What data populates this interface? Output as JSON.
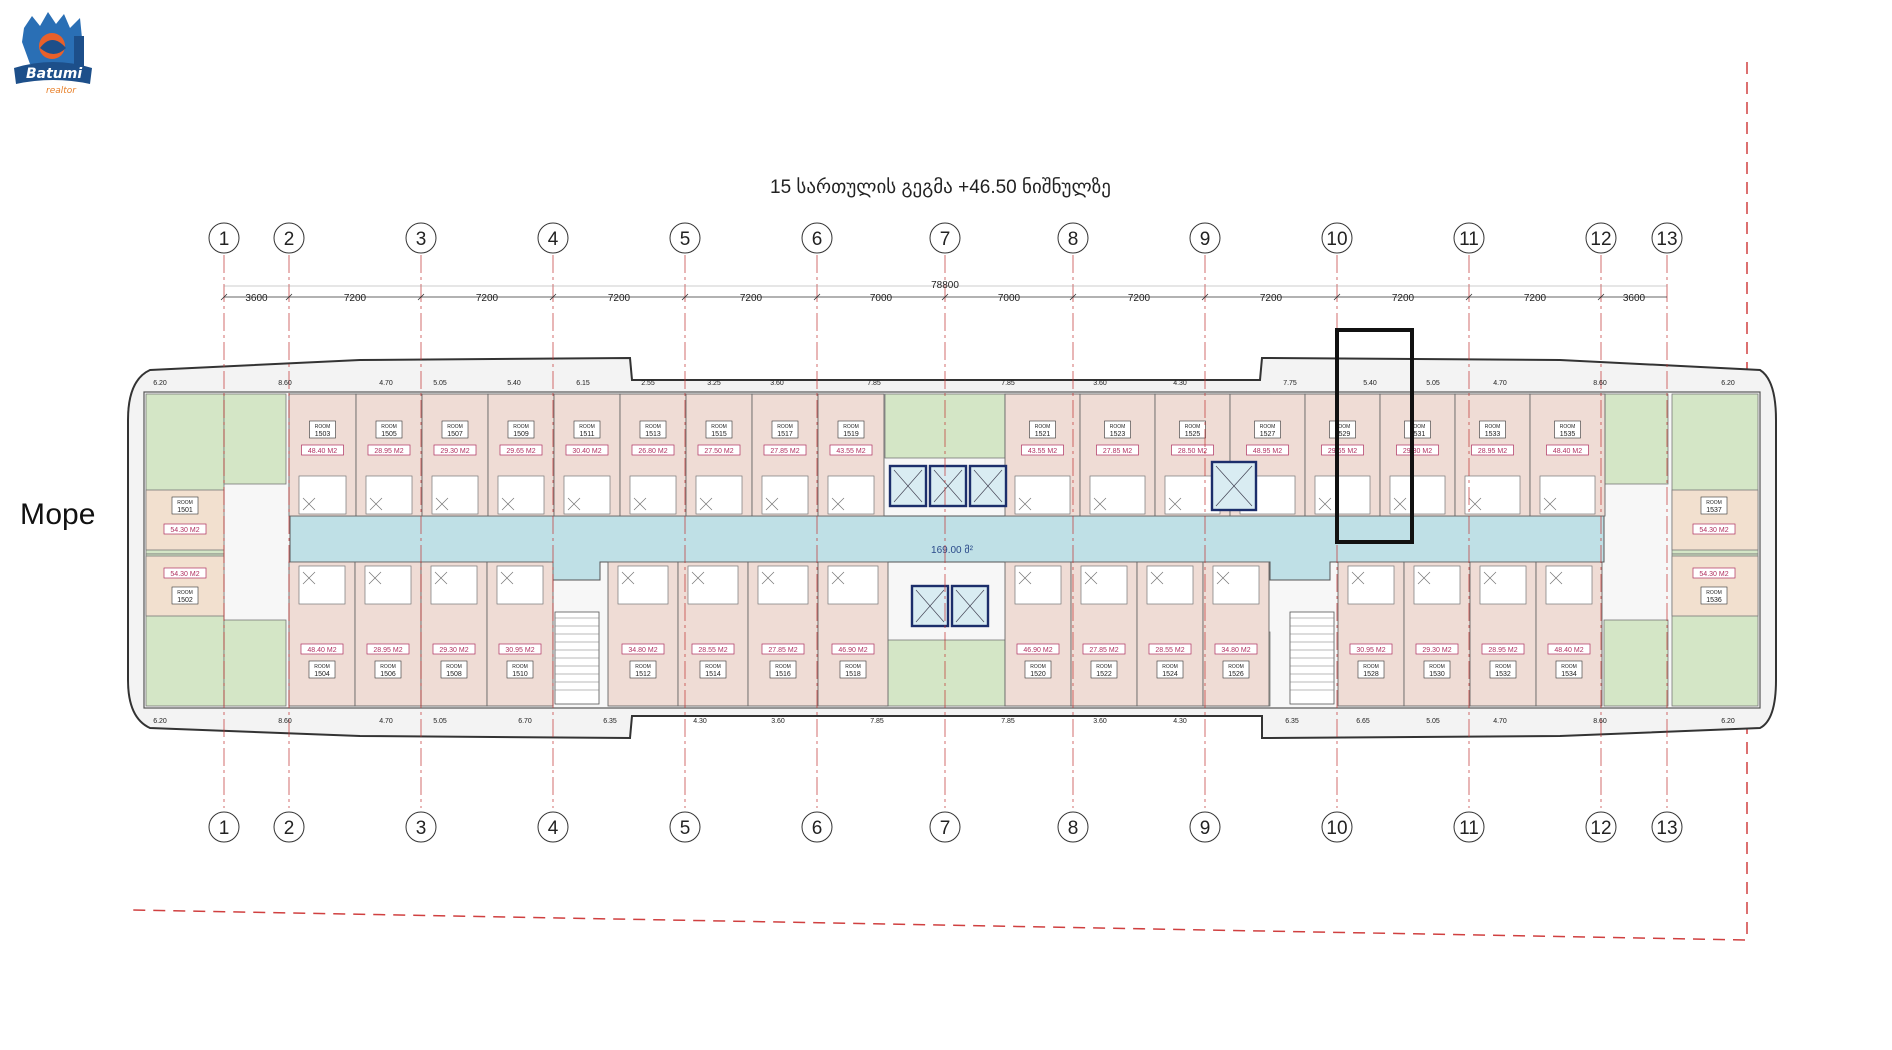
{
  "logo": {
    "line1": "Batumi",
    "line2": "realtor"
  },
  "plan_title": "15 სართულის გეგმა +46.50 ნიშნულზე",
  "sea_label": "Море",
  "axes": [
    "1",
    "2",
    "3",
    "4",
    "5",
    "6",
    "7",
    "8",
    "9",
    "10",
    "11",
    "12",
    "13"
  ],
  "overall_dimension": "78800",
  "spans": [
    "3600",
    "7200",
    "7200",
    "7200",
    "7200",
    "7000",
    "7000",
    "7200",
    "7200",
    "7200",
    "7200",
    "3600"
  ],
  "corridor_area": "169.00 მ²",
  "room_word": "ROOM",
  "top_rooms": [
    {
      "no": "1503",
      "area": "48.40 M2"
    },
    {
      "no": "1505",
      "area": "28.95 M2"
    },
    {
      "no": "1507",
      "area": "29.30 M2"
    },
    {
      "no": "1509",
      "area": "29.65 M2"
    },
    {
      "no": "1511",
      "area": "30.40 M2"
    },
    {
      "no": "1513",
      "area": "26.80 M2"
    },
    {
      "no": "1515",
      "area": "27.50 M2"
    },
    {
      "no": "1517",
      "area": "27.85 M2"
    },
    {
      "no": "1519",
      "area": "43.55 M2"
    },
    {
      "no": "1521",
      "area": "43.55 M2"
    },
    {
      "no": "1523",
      "area": "27.85 M2"
    },
    {
      "no": "1525",
      "area": "28.50 M2"
    },
    {
      "no": "1527",
      "area": "48.95 M2"
    },
    {
      "no": "1529",
      "area": "29.65 M2"
    },
    {
      "no": "1531",
      "area": "29.30 M2"
    },
    {
      "no": "1533",
      "area": "28.95 M2"
    },
    {
      "no": "1535",
      "area": "48.40 M2"
    }
  ],
  "bottom_rooms": [
    {
      "no": "1504",
      "area": "48.40 M2"
    },
    {
      "no": "1506",
      "area": "28.95 M2"
    },
    {
      "no": "1508",
      "area": "29.30 M2"
    },
    {
      "no": "1510",
      "area": "30.95 M2"
    },
    {
      "no": "1512",
      "area": "34.80 M2"
    },
    {
      "no": "1514",
      "area": "28.55 M2"
    },
    {
      "no": "1516",
      "area": "27.85 M2"
    },
    {
      "no": "1518",
      "area": "46.90 M2"
    },
    {
      "no": "1520",
      "area": "46.90 M2"
    },
    {
      "no": "1522",
      "area": "27.85 M2"
    },
    {
      "no": "1524",
      "area": "28.55 M2"
    },
    {
      "no": "1526",
      "area": "34.80 M2"
    },
    {
      "no": "1528",
      "area": "30.95 M2"
    },
    {
      "no": "1530",
      "area": "29.30 M2"
    },
    {
      "no": "1532",
      "area": "28.95 M2"
    },
    {
      "no": "1534",
      "area": "48.40 M2"
    }
  ],
  "end_rooms": [
    {
      "no": "1501",
      "area": "54.30 M2"
    },
    {
      "no": "1502",
      "area": "54.30 M2"
    },
    {
      "no": "1537",
      "area": "54.30 M2"
    },
    {
      "no": "1536",
      "area": "54.30 M2"
    }
  ],
  "top_balcony_dims": [
    "6.20",
    "8.60",
    "4.70",
    "5.05",
    "5.40",
    "6.15",
    "2.55",
    "3.25",
    "3.60",
    "7.85",
    "7.85",
    "3.60",
    "4.30",
    "7.75",
    "5.40",
    "5.05",
    "4.70",
    "8.60",
    "6.20"
  ],
  "bottom_balcony_dims": [
    "6.20",
    "8.60",
    "4.70",
    "5.05",
    "6.70",
    "6.35",
    "4.30",
    "3.60",
    "7.85",
    "7.85",
    "3.60",
    "4.30",
    "6.35",
    "6.65",
    "5.05",
    "4.70",
    "8.60",
    "6.20"
  ],
  "colors": {
    "room_fill": "#efdcd5",
    "lobby_fill": "#d4e6c6",
    "corridor_fill": "#bfe0e6",
    "room_tag": "#b03060",
    "highlight": "#111111",
    "site_line": "#d04040",
    "axis_line": "#c03030"
  }
}
